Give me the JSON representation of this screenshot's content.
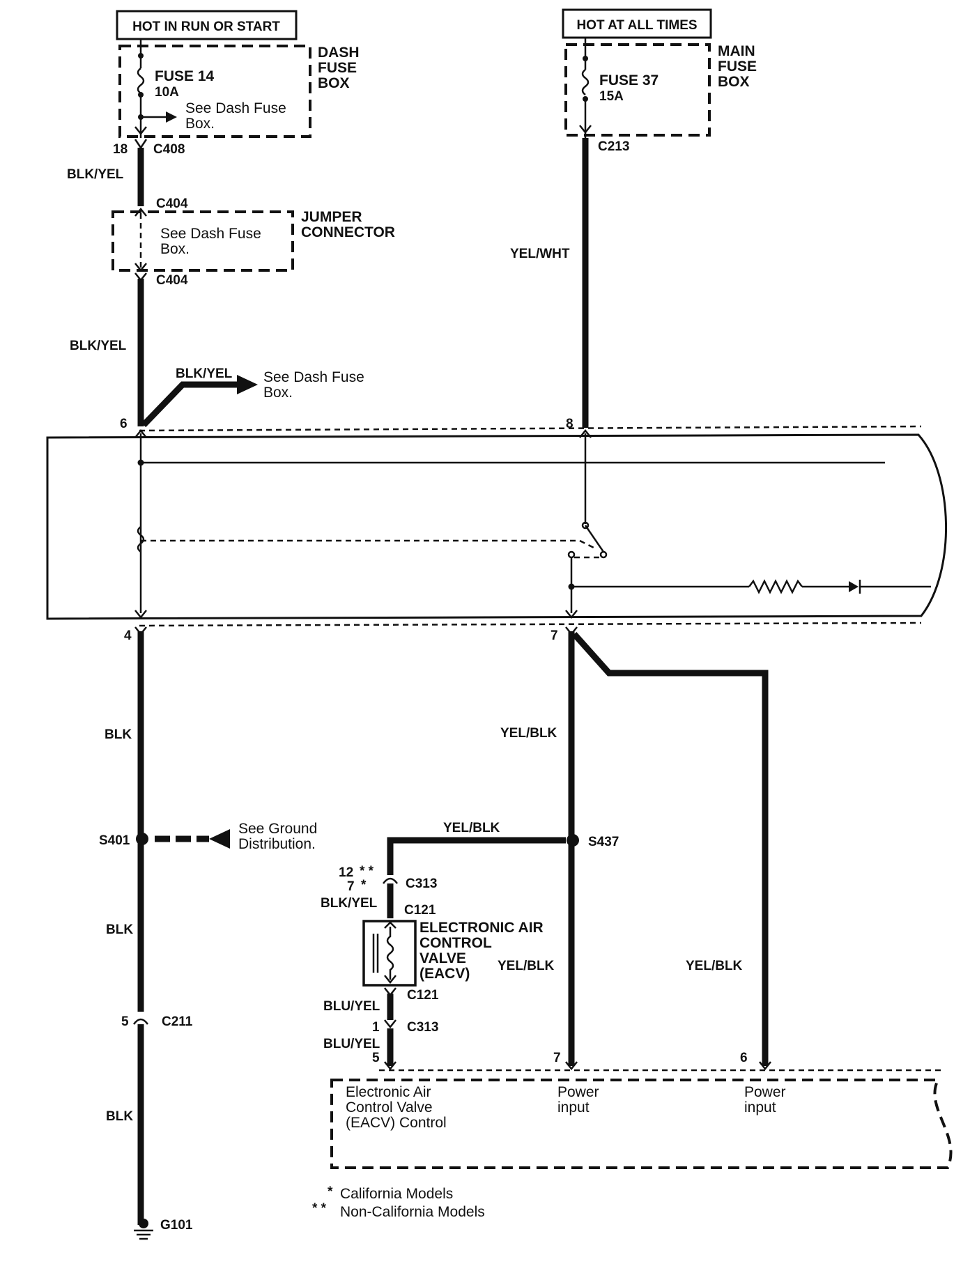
{
  "power_sources": {
    "hot_in_run_or_start": "HOT IN RUN OR START",
    "hot_at_all_times": "HOT AT ALL TIMES"
  },
  "fuse_boxes": {
    "dash": {
      "box_label_1": "DASH",
      "box_label_2": "FUSE",
      "box_label_3": "BOX",
      "fuse_name": "FUSE 14",
      "fuse_rating": "10A",
      "note_1": "See Dash Fuse",
      "note_2": "Box."
    },
    "main": {
      "box_label_1": "MAIN",
      "box_label_2": "FUSE",
      "box_label_3": "BOX",
      "fuse_name": "FUSE 37",
      "fuse_rating": "15A"
    }
  },
  "jumper": {
    "label_1": "JUMPER",
    "label_2": "CONNECTOR",
    "note_1": "See Dash Fuse",
    "note_2": "Box."
  },
  "connectors": {
    "c408_pin": "18",
    "c408": "C408",
    "c213": "C213",
    "c404_top": "C404",
    "c404_bottom": "C404",
    "pgm_pin_6": "6",
    "pgm_pin_8": "8",
    "pgm_pin_4": "4",
    "pgm_pin_7": "7",
    "c211_pin": "5",
    "c211": "C211",
    "c313_pin_a": "12",
    "c313_pin_b": "7",
    "c313_top": "C313",
    "c121_top": "C121",
    "c121_bottom": "C121",
    "c313_pin_c": "1",
    "c313_bottom": "C313",
    "ecu_pin_5": "5",
    "ecu_pin_7": "7",
    "ecu_pin_6": "6",
    "g101": "G101",
    "s401": "S401",
    "s437": "S437"
  },
  "wires": {
    "blk_yel_1": "BLK/YEL",
    "blk_yel_2": "BLK/YEL",
    "blk_yel_branch": "BLK/YEL",
    "yel_wht": "YEL/WHT",
    "blk_1": "BLK",
    "blk_2": "BLK",
    "blk_3": "BLK",
    "yel_blk_main": "YEL/BLK",
    "yel_blk_s437": "YEL/BLK",
    "yel_blk_lower": "YEL/BLK",
    "yel_blk_right": "YEL/BLK",
    "blk_yel_eacv": "BLK/YEL",
    "blu_yel_1": "BLU/YEL",
    "blu_yel_2": "BLU/YEL"
  },
  "notes": {
    "branch_note_1": "See Dash Fuse",
    "branch_note_2": "Box.",
    "ground_note_1": "See Ground",
    "ground_note_2": "Distribution."
  },
  "eacv": {
    "line_1": "ELECTRONIC AIR",
    "line_2": "CONTROL",
    "line_3": "VALVE",
    "line_4": "(EACV)"
  },
  "ecu": {
    "eacv_control_1": "Electronic Air",
    "eacv_control_2": "Control Valve",
    "eacv_control_3": "(EACV)  Control",
    "power_input_a_1": "Power",
    "power_input_a_2": "input",
    "power_input_b_1": "Power",
    "power_input_b_2": "input"
  },
  "legend": {
    "single_star": "*",
    "single_text": "California Models",
    "double_star": "* *",
    "double_text": "Non-California Models",
    "pin_star_a": "* *",
    "pin_star_b": "*"
  }
}
